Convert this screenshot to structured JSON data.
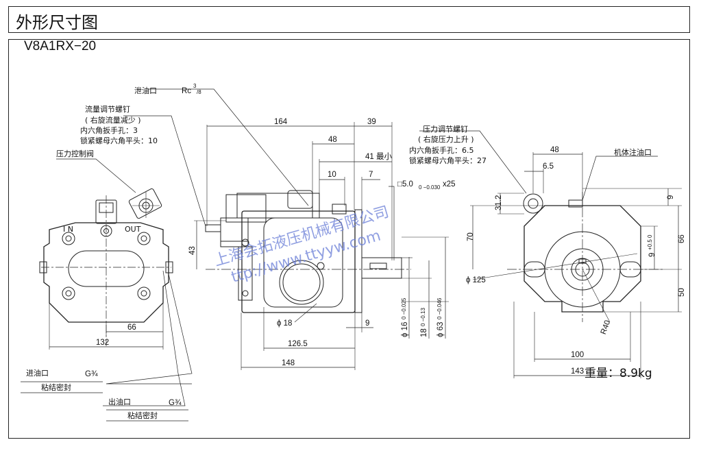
{
  "header": {
    "title": "外形尺寸图"
  },
  "model": "V8A1RX−20",
  "labels": {
    "drain_port": "泄油口",
    "drain_thread": "Rc",
    "drain_thread_sup": "3",
    "drain_thread_sub": "/8",
    "flow_screw": "流量调节螺钉",
    "flow_screw_note": "( 右旋流量减少 )",
    "flow_hex": "内六角扳手孔：3",
    "flow_nut": "锁紧螺母六角平头：10",
    "pressure_valve": "压力控制阀",
    "in_mark": "I  N",
    "out_mark": "OUT",
    "pressure_screw": "压力调节螺钉",
    "pressure_screw_note": "( 右旋压力上升 )",
    "pressure_hex": "内六角扳手孔：6.5",
    "pressure_nut": "锁紧螺母六角平头：27",
    "fill_port": "机体注油口",
    "inlet": "进油口",
    "inlet_thread": "G¾",
    "inlet_seal": "粘结密封",
    "outlet": "出油口",
    "outlet_thread": "G¾",
    "outlet_seal": "粘结密封",
    "key": "□5.0",
    "key_tol": "0 −0.030",
    "key_len": "x25"
  },
  "dims": {
    "d164": "164",
    "d39": "39",
    "d48a": "48",
    "d41": "41 最小",
    "d10": "10",
    "d7": "7",
    "d43": "43",
    "d66a": "66",
    "d132": "132",
    "d126_5": "126.5",
    "d148": "148",
    "d9a": "9",
    "phi18": "ϕ 18",
    "phi16": "ϕ 16",
    "phi16_tol": "0 −0.025",
    "d18": "18",
    "d18_tol": "0 −0.13",
    "phi63": "ϕ 63",
    "phi63_tol": "0 −0.046",
    "d48b": "48",
    "d6_5": "6.5",
    "d31_2": "31.2",
    "d70": "70",
    "phi125": "ϕ 125",
    "d9b": "9",
    "d9c": "9",
    "d9c_tol": "+0.5 0",
    "d66b": "66",
    "d50": "50",
    "r40": "R40",
    "d100": "100",
    "d143": "143"
  },
  "watermark": {
    "line1": "上海会拓液压机械有限公司",
    "line2": "ttp://www.ttyyw.com"
  },
  "weight": "重量：8.9kg"
}
